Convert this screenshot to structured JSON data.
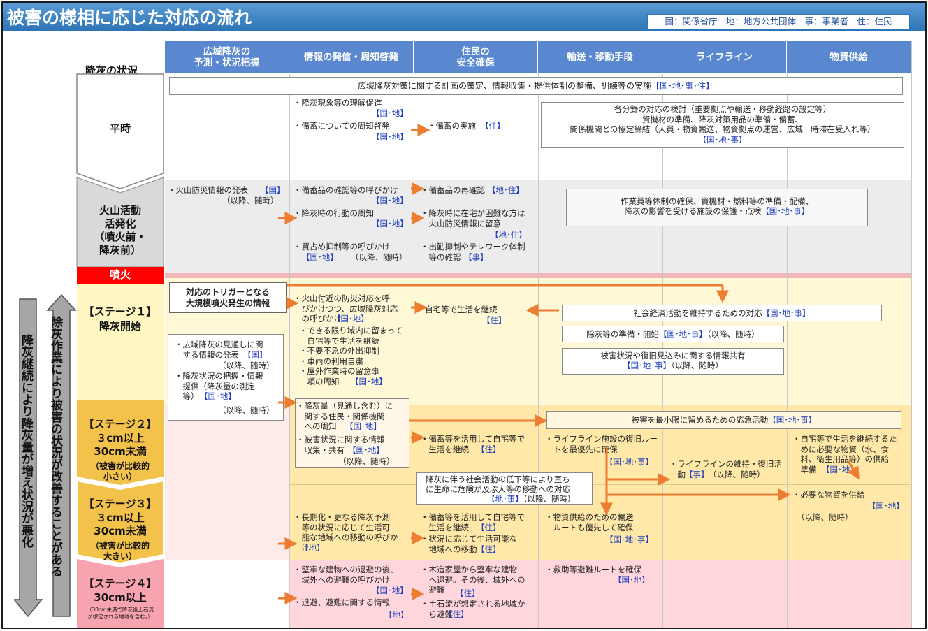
{
  "title": "被害の様相に応じた対応の流れ",
  "legend": "国：関係省庁　地：地方公共団体　事：事業者　住：住民",
  "row_header": "降灰の状況",
  "columns": [
    "広域降灰の\n予測・状況把握",
    "情報の発信・周知啓発",
    "住民の\n安全確保",
    "輸送・移動手段",
    "ライフライン",
    "物資供給"
  ],
  "side_labels": {
    "worse": "降灰継続により降灰量が増え状況が悪化",
    "better": "除灰作業により被害の状況が改善することがある"
  },
  "stages": {
    "heiji": "平時",
    "kazan": "火山活動\n活発化\n（噴火前・\n降灰前）",
    "funka": "噴火",
    "s1": "【ステージ１】\n降灰開始",
    "s2_title": "【ステージ２】",
    "s2_amount": "３cm以上\n30cm未満",
    "s2_note": "（被害が比較的\n小さい）",
    "s3_title": "【ステージ３】",
    "s3_amount": "３cm以上\n30cm未満",
    "s3_note": "（被害が比較的\n大きい）",
    "s4_title": "【ステージ４】",
    "s4_amount": "30cm以上",
    "s4_note": "（30cm未満で降灰後土石流\nが想定される地域を含む。）"
  },
  "heiji": {
    "plan": "広域降灰対策に関する計画の策定、情報収集・提供体制の整備、訓練等の実施",
    "plan_tag": "【国･地･事･住】",
    "info1": "・降灰現象等の理解促進",
    "info1_tag": "【国･地】",
    "info2": "・備蓄についての周知啓発",
    "info2_tag": "【国･地】",
    "safety": "・備蓄の実施",
    "safety_tag": "【住】",
    "transport": "各分野の対応の検討（重要拠点や輸送・移動経路の設定等）\n資機材の準備、降灰対策用品の準備・備蓄、\n関係機関との協定締結（人員・物資輸送、物資拠点の運営、広域一時滞在受入れ等）",
    "transport_tag": "【国･地･事】"
  },
  "kazan": {
    "forecast": "・火山防災情報の発表",
    "forecast_tag": "【国】",
    "forecast_after": "（以降、随時）",
    "info1": "・備蓄品の確認等の呼びかけ",
    "info1_tag": "【国･地】",
    "info2": "・降灰時の行動の周知",
    "info2_tag": "【国･地】",
    "info3": "・買占め抑制等の呼びかけ",
    "info3_tag": "【国･地】",
    "info3_after": "（以降、随時）",
    "safety1": "・備蓄品の再確認",
    "safety1_tag": "【地･住】",
    "safety2": "・降灰時に在宅が困難な方は\n　火山防災情報に留意",
    "safety2_tag": "【地･住】",
    "safety3": "・出勤抑制やテレワーク体制\n　等の確認",
    "safety3_tag": "【事】",
    "transport": "作業員等体制の確保、資機材・燃料等の準備・配備、\n降灰の影響を受ける施設の保護・点検",
    "transport_tag": "【国･地･事】"
  },
  "s1": {
    "trigger": "対応のトリガーとなる\n大規模噴火発生の情報",
    "forecast": "・広域降灰の見通しに関\n　する情報の発表",
    "forecast_tag": "【国】",
    "forecast_after": "（以降、随時）",
    "forecast2": "・降灰状況の把握・情報\n　提供（降灰量の測定\n　等）",
    "forecast2_tag": "【国･地】",
    "forecast2_after": "（以降、随時）",
    "info": "・火山付近の防災対応を呼\n　びかけつつ、広域降灰対応\n　の呼びかけ",
    "info_tag": "【国･地】",
    "info_list": "・できる限り域内に留まって\n　自宅等で生活を継続\n・不要不急の外出抑制\n・車両の利用自粛\n・屋外作業時の留意事\n　項の周知",
    "info_list_tag": "【国･地】",
    "safety": "自宅等で生活を継続",
    "safety_tag": "【住】",
    "socio": "社会経済活動を維持するための対応",
    "socio_tag": "【国･地･事】",
    "ash": "除灰等の準備・開始",
    "ash_tag": "【国･地･事】",
    "ash_after": "（以降、随時）",
    "share": "被害状況や復旧見込みに関する情報共有",
    "share_tag": "【国･地･事】",
    "share_after": "（以降、随時）"
  },
  "s2": {
    "info1": "・降灰量（見通し含む）に\n　関する住民・関係機関\n　への周知",
    "info1_tag": "【国･地】",
    "info2": "・被害状況に関する情報\n　収集・共有",
    "info2_tag": "【国･地】",
    "info2_after": "（以降、随時）",
    "emergency": "被害を最小限に留めるための応急活動",
    "emergency_tag": "【国･地･事】",
    "safety": "・備蓄等を活用して自宅等で\n　生活を継続",
    "safety_tag": "【住】",
    "transport": "・ライフライン施設の復旧ルー\n　トを最優先に確保",
    "transport_tag": "【国･地･事】",
    "lifeline": "・ライフラインの維持・復旧活\n　動",
    "lifeline_tag": "【事】",
    "lifeline_after": "（以降、随時）",
    "supply": "・自宅等で生活を継続するた\n　めに必要な物資（水、食\n　料、衛生用品等）の供給\n　準備",
    "supply_tag": "【国･地】",
    "social": "降灰に伴う社会活動の低下等により直ち\nに生命に危険が及ぶ人等の移動への対応",
    "social_tag": "【地･事】",
    "social_after": "（以降、随時）"
  },
  "s3": {
    "info": "・長期化・更なる降灰予測\n　等の状況に応じて生活可\n　能な地域への移動の呼びか\n　け",
    "info_tag": "【地】",
    "safety": "・備蓄等を活用して自宅等で\n　生活を継続",
    "safety_tag": "【住】",
    "safety2": "・状況に応じて生活可能な\n　地域への移動",
    "safety2_tag": "【住】",
    "transport": "・物資供給のための輸送\n　ルートも優先して確保",
    "transport_tag": "【国･地･事】",
    "supply": "・必要な物資を供給",
    "supply_tag": "【国･地】",
    "supply_after": "（以降、随時）"
  },
  "s4": {
    "info1": "・堅牢な建物への退避の後、\n　域外への避難の呼びかけ",
    "info1_tag": "【国･地】",
    "info2": "・退避、避難に関する情報",
    "info2_tag": "【地】",
    "safety": "・木造家屋から堅牢な建物\n　へ退避。その後、域外への\n　避難",
    "safety_tag": "【住】",
    "safety2": "・土石流が想定される地域か\n　ら避難",
    "safety2_tag": "【住】",
    "transport": "・救助等避難ルートを確保",
    "transport_tag": "【国･地】"
  },
  "colors": {
    "title_bar": "#2e75b6",
    "column_header": "#5a88d0",
    "arrow": "#ed7d31",
    "tag": "#1f3fbf",
    "eruption": "#ff0000",
    "stage1_bg": "#fff8d6",
    "stage2_bg": "#ffe8a8",
    "stage4_bg": "#ffd6dc"
  }
}
